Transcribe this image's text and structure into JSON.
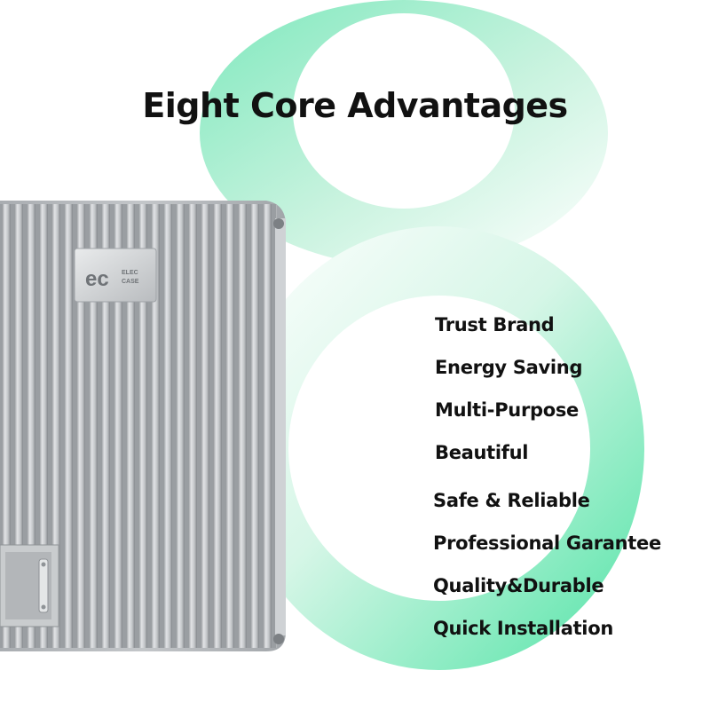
{
  "title": "Eight Core Advantages",
  "big_numeral": "8",
  "logo": {
    "mark": "ec",
    "line1": "ELEC",
    "line2": "CASE"
  },
  "advantages": [
    "Trust Brand",
    "Energy Saving",
    "Multi-Purpose",
    "Beautiful",
    "Safe & Reliable",
    "Professional Garantee",
    "Quality&Durable",
    "Quick Installation"
  ],
  "colors": {
    "accent_green": "#3fe0a0",
    "text": "#111111",
    "metal": "#b8bcc0"
  }
}
